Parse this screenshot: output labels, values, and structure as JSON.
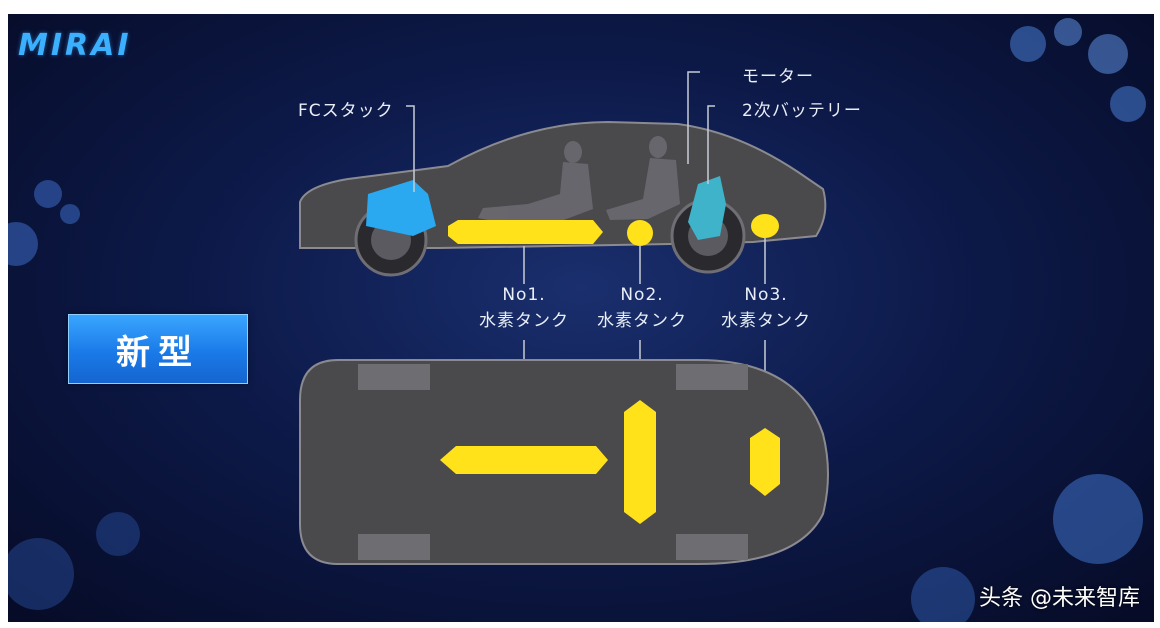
{
  "logo": {
    "text": "MIRAI"
  },
  "labels": {
    "fc_stack": "FCスタック",
    "motor": "モーター",
    "battery": "2次バッテリー",
    "tank1_line1": "No1.",
    "tank1_line2": "水素タンク",
    "tank2_line1": "No2.",
    "tank2_line2": "水素タンク",
    "tank3_line1": "No3.",
    "tank3_line2": "水素タンク"
  },
  "badge": {
    "text": "新型"
  },
  "watermark": {
    "text": "头条 @未来智库"
  },
  "colors": {
    "background": "#0d1a4a",
    "car_body": "#4a4a4d",
    "hydrogen_tank": "#ffe21a",
    "fc_stack": "#2aa8f0",
    "battery": "#3fb3c9",
    "badge": "#1a7ae8"
  }
}
